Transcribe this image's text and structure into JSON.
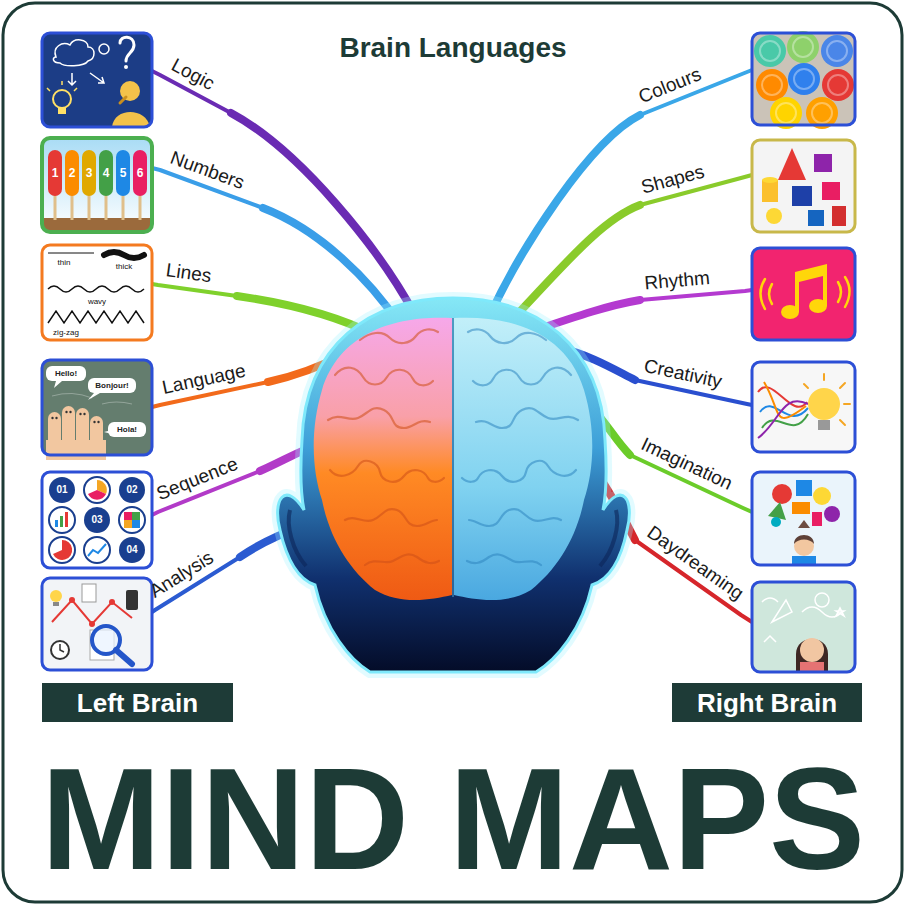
{
  "diagram": {
    "title": "MIND MAPS",
    "nodes": [
      {
        "text": [
          "Left Brain"
        ]
      },
      {
        "text": [
          "Right Brain"
        ]
      }
    ],
    "labels": [
      "Brain Languages",
      "Logic",
      "Numbers",
      "Lines",
      "Language",
      "Sequence",
      "Analysis",
      "Colours",
      "Shapes",
      "Rhythm",
      "Creativity",
      "Imagination",
      "Daydreaming",
      "1",
      "2",
      "3",
      "4",
      "5",
      "6",
      "thin",
      "thick",
      "wavy",
      "zig-zag",
      "Hello!",
      "Bonjour!",
      "Hola!",
      "01",
      "02",
      "03",
      "04"
    ]
  }
}
